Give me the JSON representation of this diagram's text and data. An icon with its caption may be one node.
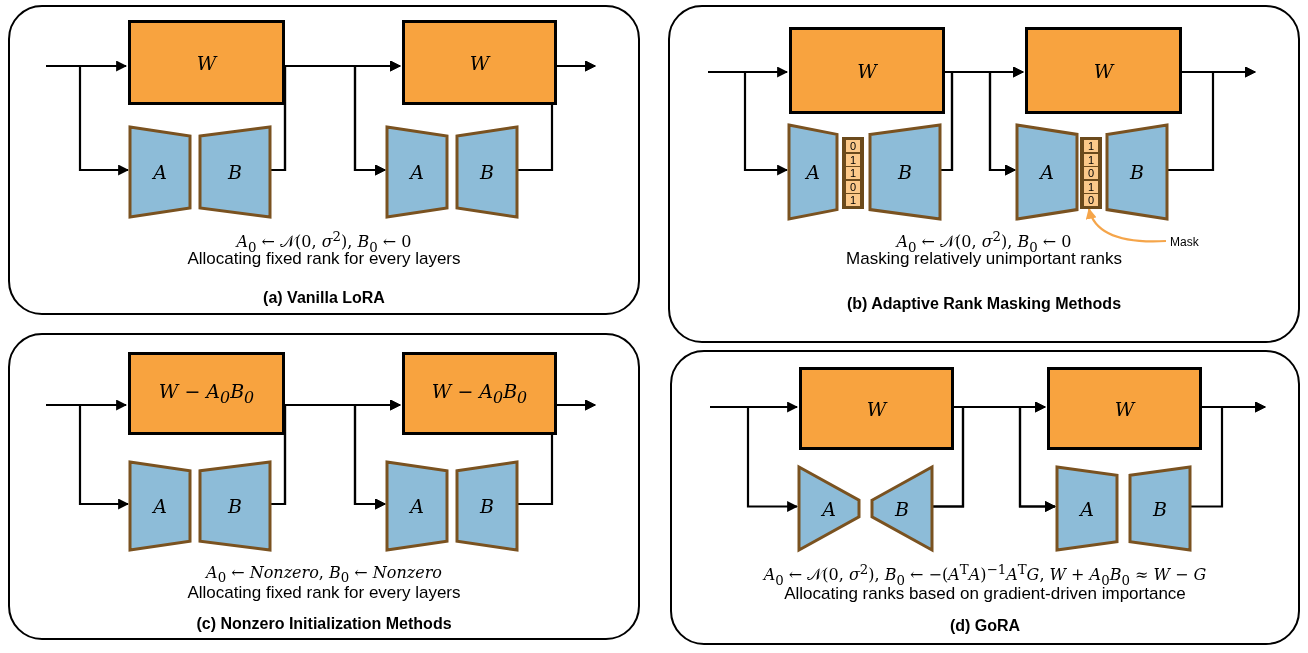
{
  "diagram": {
    "nodes": [
      {
        "text": [
          "*A*$_{0}$ ← 𝒩(0, *σ*$^{2}$), *B*$_{0}$ ← 0",
          "Allocating fixed rank for every layers",
          "(a) Vanilla LoRA"
        ]
      },
      {
        "text": [
          "W"
        ],
        "in": 0
      },
      {
        "text": [
          "A"
        ],
        "in": 0
      },
      {
        "text": [
          "B"
        ],
        "in": 0
      },
      {
        "text": [
          "W"
        ],
        "in": 0
      },
      {
        "text": [
          "A"
        ],
        "in": 0
      },
      {
        "text": [
          "B"
        ],
        "in": 0
      },
      {
        "text": [
          "*A*$_{0}$ ← 𝒩(0, *σ*$^{2}$), *B*$_{0}$ ← 0",
          "Masking relatively unimportant ranks",
          "(b) Adaptive Rank Masking Methods"
        ]
      },
      {
        "text": [
          "W"
        ],
        "in": 7
      },
      {
        "text": [
          "A"
        ],
        "in": 7
      },
      {
        "text": [],
        "shape": "bar",
        "in": 7
      },
      {
        "text": [
          "0"
        ],
        "in": 10
      },
      {
        "text": [
          "1"
        ],
        "in": 10
      },
      {
        "text": [
          "1"
        ],
        "in": 10
      },
      {
        "text": [
          "0"
        ],
        "in": 10
      },
      {
        "text": [
          "1"
        ],
        "in": 10
      },
      {
        "text": [
          "B"
        ],
        "in": 7
      },
      {
        "text": [
          "W"
        ],
        "in": 7
      },
      {
        "text": [
          "A"
        ],
        "in": 7
      },
      {
        "text": [],
        "shape": "bar",
        "in": 7
      },
      {
        "text": [
          "1"
        ],
        "in": 19
      },
      {
        "text": [
          "1"
        ],
        "in": 19
      },
      {
        "text": [
          "0"
        ],
        "in": 19
      },
      {
        "text": [
          "1"
        ],
        "in": 19
      },
      {
        "text": [
          "0"
        ],
        "in": 19
      },
      {
        "text": [
          "B"
        ],
        "in": 7
      },
      {
        "text": [
          "Mask"
        ],
        "in": 7
      },
      {
        "text": [
          "*A*$_{0}$ ← *Nonzero*, *B*$_{0}$ ← *Nonzero*",
          "Allocating fixed rank for every layers",
          "(c) Nonzero Initialization Methods"
        ]
      },
      {
        "text": [
          "W − A$_{0}$B$_{0}$"
        ],
        "in": 27
      },
      {
        "text": [
          "A"
        ],
        "in": 27
      },
      {
        "text": [
          "B"
        ],
        "in": 27
      },
      {
        "text": [
          "W − A$_{0}$B$_{0}$"
        ],
        "in": 27
      },
      {
        "text": [
          "A"
        ],
        "in": 27
      },
      {
        "text": [
          "B"
        ],
        "in": 27
      },
      {
        "text": [
          "*A*$_{0}$ ← 𝒩(0, *σ*$^{2}$), *B*$_{0}$ ← −(*A*$^{T}$*A*)$^{−1}$*A*$^{T}$*G*, *W* + *A*$_{0}$*B*$_{0}$ ≈ *W* − *G*",
          "Allocating ranks based on gradient-driven importance",
          "(d) GoRA"
        ]
      },
      {
        "text": [
          "W"
        ],
        "in": 34
      },
      {
        "text": [
          "A"
        ],
        "in": 34
      },
      {
        "text": [
          "B"
        ],
        "in": 34
      },
      {
        "text": [
          "W"
        ],
        "in": 34
      },
      {
        "text": [
          "A"
        ],
        "in": 34
      },
      {
        "text": [
          "B"
        ],
        "in": 34
      }
    ],
    "edges": [
      {
        "from": null,
        "to": 1,
        "arrow": "to"
      },
      {
        "from": null,
        "to": 2,
        "arrow": "to"
      },
      {
        "from": 1,
        "to": 4,
        "arrow": "to"
      },
      {
        "from": 1,
        "to": 5,
        "arrow": "to"
      },
      {
        "from": 3,
        "to": 4,
        "arrow": "to"
      },
      {
        "from": 3,
        "to": 5,
        "arrow": "to"
      },
      {
        "from": 4,
        "to": null,
        "arrow": "to"
      },
      {
        "from": 6,
        "to": null,
        "arrow": "to"
      },
      {
        "from": null,
        "to": 8,
        "arrow": "to"
      },
      {
        "from": null,
        "to": 9,
        "arrow": "to"
      },
      {
        "from": 8,
        "to": 17,
        "arrow": "to"
      },
      {
        "from": 8,
        "to": 18,
        "arrow": "to"
      },
      {
        "from": 16,
        "to": 17,
        "arrow": "to"
      },
      {
        "from": 16,
        "to": 18,
        "arrow": "to"
      },
      {
        "from": 17,
        "to": null,
        "arrow": "to"
      },
      {
        "from": 25,
        "to": null,
        "arrow": "to"
      },
      {
        "from": 26,
        "to": 19,
        "arrow": "to",
        "color": "#f5a54a"
      },
      {
        "from": null,
        "to": 28,
        "arrow": "to"
      },
      {
        "from": null,
        "to": 29,
        "arrow": "to"
      },
      {
        "from": 28,
        "to": 31,
        "arrow": "to"
      },
      {
        "from": 28,
        "to": 32,
        "arrow": "to"
      },
      {
        "from": 30,
        "to": 31,
        "arrow": "to"
      },
      {
        "from": 30,
        "to": 32,
        "arrow": "to"
      },
      {
        "from": 31,
        "to": null,
        "arrow": "to"
      },
      {
        "from": 33,
        "to": null,
        "arrow": "to"
      },
      {
        "from": null,
        "to": 35,
        "arrow": "to"
      },
      {
        "from": null,
        "to": 36,
        "arrow": "to"
      },
      {
        "from": 35,
        "to": 38,
        "arrow": "to"
      },
      {
        "from": 35,
        "to": 39,
        "arrow": "to"
      },
      {
        "from": 37,
        "to": 38,
        "arrow": "to"
      },
      {
        "from": 37,
        "to": 39,
        "arrow": "to"
      },
      {
        "from": 38,
        "to": null,
        "arrow": "to"
      },
      {
        "from": 40,
        "to": null,
        "arrow": "to"
      }
    ]
  }
}
